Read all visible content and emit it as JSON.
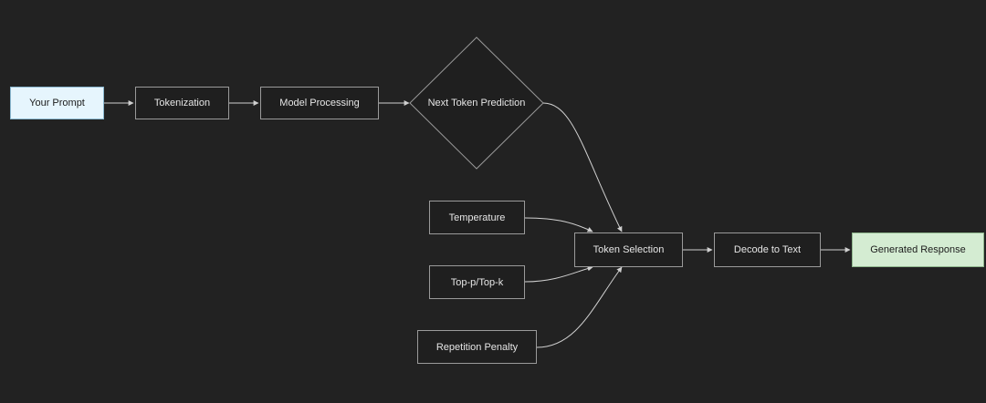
{
  "nodes": {
    "prompt": "Your Prompt",
    "tokenization": "Tokenization",
    "model": "Model Processing",
    "prediction": "Next Token Prediction",
    "temperature": "Temperature",
    "topp": "Top-p/Top-k",
    "repetition": "Repetition Penalty",
    "selection": "Token Selection",
    "decode": "Decode to Text",
    "response": "Generated Response"
  },
  "colors": {
    "background": "#222222",
    "node_fill": "#1f1f1f",
    "node_border": "#9a9a9a",
    "start_fill": "#e6f5fd",
    "end_fill": "#d4ecd2",
    "edge": "#d0d0d0"
  }
}
